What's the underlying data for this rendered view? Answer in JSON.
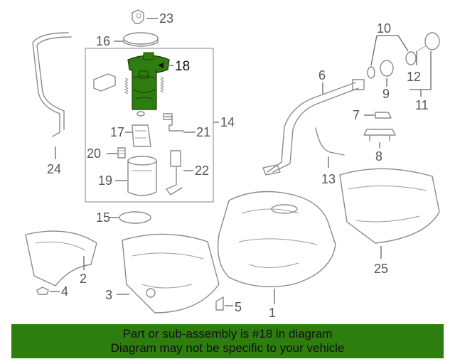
{
  "diagram": {
    "labels": [
      "23",
      "16",
      "18",
      "10",
      "6",
      "12",
      "9",
      "11",
      "14",
      "7",
      "17",
      "21",
      "8",
      "20",
      "24",
      "22",
      "13",
      "19",
      "15",
      "2",
      "25",
      "4",
      "3",
      "5",
      "1"
    ],
    "highlight_color": "#2e7d0f"
  },
  "banner": {
    "line1": "Part or sub-assembly is #18 in diagram",
    "line2": "Diagram may not be specific to your vehicle",
    "background": "#2e7d0f"
  }
}
